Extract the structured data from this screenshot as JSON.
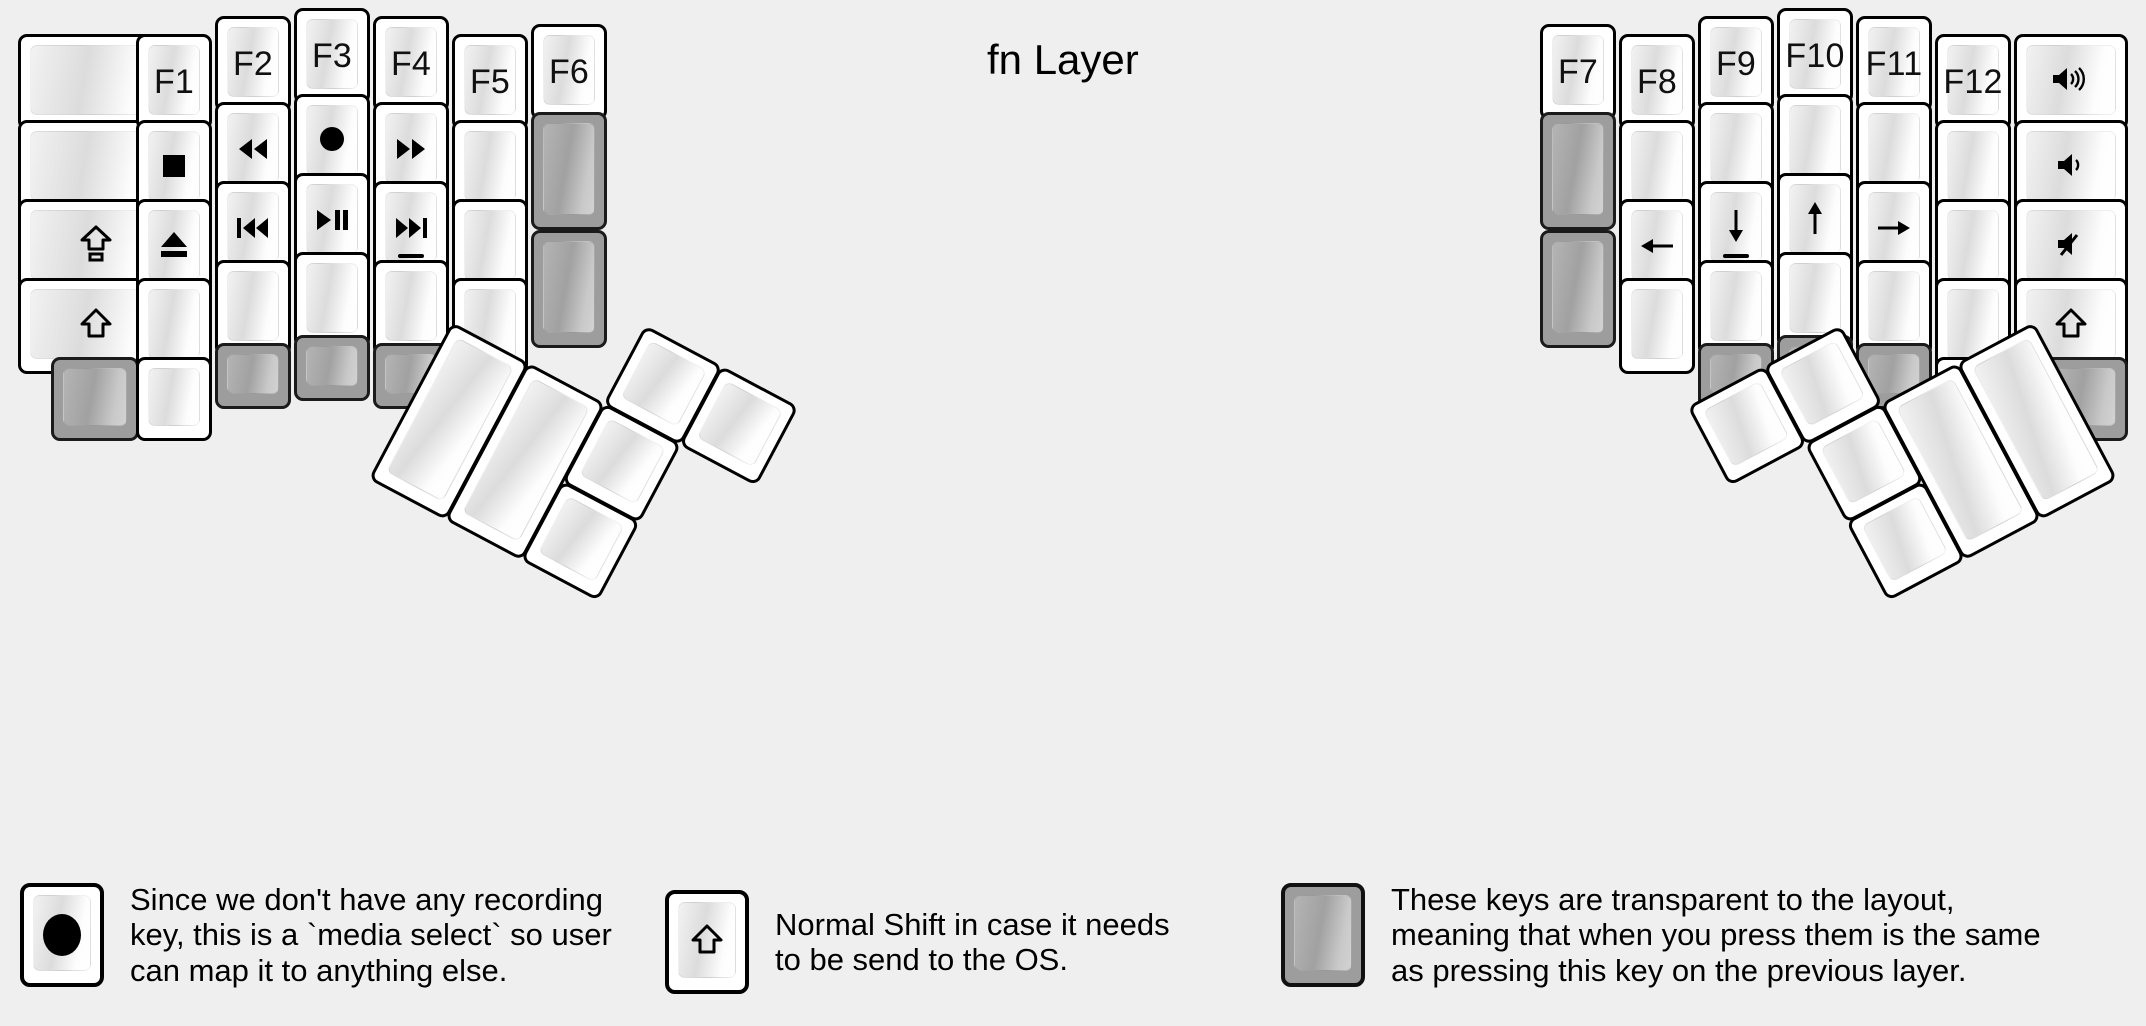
{
  "title": "fn Layer",
  "colors": {
    "canvas": "#efefef",
    "key_fill": "#ffffff",
    "key_outline": "#000000",
    "transparent_key_fill": "#9d9d9d",
    "legend_text": "#000000"
  },
  "glyphs": {
    "stop": "■",
    "eject": "⏏",
    "record": "●",
    "rewind": "◀◀",
    "fast_forward": "▶▶",
    "prev_track": "⏮",
    "play_pause": "▶‖",
    "next_track": "⏭",
    "caps_lock": "⇧",
    "shift": "⇧",
    "arrow_left": "←",
    "arrow_down": "↓",
    "arrow_up": "↑",
    "arrow_right": "→",
    "volume_up": "🔊",
    "volume_down": "🔉",
    "volume_mute": "🔇"
  },
  "left_half": {
    "columns": [
      {
        "name": "col-pinky-outer",
        "keys": [
          {
            "name": "key-l-c0-r0",
            "label": "",
            "type": "normal"
          },
          {
            "name": "key-l-c0-r1",
            "label": "",
            "type": "normal"
          },
          {
            "name": "key-l-c0-r2",
            "label": "caps-lock-icon",
            "type": "normal"
          },
          {
            "name": "key-l-c0-r3",
            "label": "shift-icon",
            "type": "normal"
          },
          {
            "name": "key-l-c0-r4",
            "label": "",
            "type": "transparent"
          }
        ]
      },
      {
        "name": "col-pinky",
        "keys": [
          {
            "name": "key-l-c1-r0",
            "label": "F1",
            "type": "normal"
          },
          {
            "name": "key-l-c1-r1",
            "label": "stop-icon",
            "type": "normal"
          },
          {
            "name": "key-l-c1-r2",
            "label": "eject-icon",
            "type": "normal"
          },
          {
            "name": "key-l-c1-r3",
            "label": "",
            "type": "normal"
          },
          {
            "name": "key-l-c1-r4",
            "label": "",
            "type": "normal"
          }
        ]
      },
      {
        "name": "col-ring",
        "keys": [
          {
            "name": "key-l-c2-r0",
            "label": "F2",
            "type": "normal"
          },
          {
            "name": "key-l-c2-r1",
            "label": "rewind-icon",
            "type": "normal"
          },
          {
            "name": "key-l-c2-r2",
            "label": "prev-track-icon",
            "type": "normal"
          },
          {
            "name": "key-l-c2-r3",
            "label": "",
            "type": "normal"
          },
          {
            "name": "key-l-c2-r4",
            "label": "",
            "type": "transparent"
          }
        ]
      },
      {
        "name": "col-middle",
        "keys": [
          {
            "name": "key-l-c3-r0",
            "label": "F3",
            "type": "normal"
          },
          {
            "name": "key-l-c3-r1",
            "label": "record-icon",
            "type": "normal"
          },
          {
            "name": "key-l-c3-r2",
            "label": "play-pause-icon",
            "type": "normal"
          },
          {
            "name": "key-l-c3-r3",
            "label": "",
            "type": "normal"
          },
          {
            "name": "key-l-c3-r4",
            "label": "",
            "type": "transparent"
          }
        ]
      },
      {
        "name": "col-index",
        "keys": [
          {
            "name": "key-l-c4-r0",
            "label": "F4",
            "type": "normal"
          },
          {
            "name": "key-l-c4-r1",
            "label": "fast-forward-icon",
            "type": "normal"
          },
          {
            "name": "key-l-c4-r2",
            "label": "next-track-icon",
            "type": "normal",
            "homing": true
          },
          {
            "name": "key-l-c4-r3",
            "label": "",
            "type": "normal"
          },
          {
            "name": "key-l-c4-r4",
            "label": "",
            "type": "transparent"
          }
        ]
      },
      {
        "name": "col-index-inner",
        "keys": [
          {
            "name": "key-l-c5-r0",
            "label": "F5",
            "type": "normal"
          },
          {
            "name": "key-l-c5-r1",
            "label": "",
            "type": "normal"
          },
          {
            "name": "key-l-c5-r2",
            "label": "",
            "type": "normal"
          },
          {
            "name": "key-l-c5-r3",
            "label": "",
            "type": "normal"
          }
        ]
      },
      {
        "name": "col-extra",
        "keys": [
          {
            "name": "key-l-c6-r0",
            "label": "F6",
            "type": "normal"
          },
          {
            "name": "key-l-c6-r1",
            "label": "",
            "type": "transparent"
          },
          {
            "name": "key-l-c6-r2",
            "label": "",
            "type": "transparent"
          }
        ]
      }
    ],
    "thumb_cluster": [
      {
        "name": "thumb-l-big-1",
        "label": "",
        "type": "normal"
      },
      {
        "name": "thumb-l-big-2",
        "label": "",
        "type": "normal"
      },
      {
        "name": "thumb-l-small-1",
        "label": "",
        "type": "normal"
      },
      {
        "name": "thumb-l-small-2",
        "label": "",
        "type": "normal"
      },
      {
        "name": "thumb-l-small-3",
        "label": "",
        "type": "normal"
      },
      {
        "name": "thumb-l-small-4",
        "label": "",
        "type": "normal"
      }
    ]
  },
  "right_half": {
    "columns": [
      {
        "name": "col-extra",
        "keys": [
          {
            "name": "key-r-c0-r0",
            "label": "F7",
            "type": "normal"
          },
          {
            "name": "key-r-c0-r1",
            "label": "",
            "type": "transparent"
          },
          {
            "name": "key-r-c0-r2",
            "label": "",
            "type": "transparent"
          }
        ]
      },
      {
        "name": "col-index-inner",
        "keys": [
          {
            "name": "key-r-c1-r0",
            "label": "F8",
            "type": "normal"
          },
          {
            "name": "key-r-c1-r1",
            "label": "",
            "type": "normal"
          },
          {
            "name": "key-r-c1-r2",
            "label": "arrow-left-icon",
            "type": "normal"
          },
          {
            "name": "key-r-c1-r3",
            "label": "",
            "type": "normal"
          }
        ]
      },
      {
        "name": "col-index",
        "keys": [
          {
            "name": "key-r-c2-r0",
            "label": "F9",
            "type": "normal"
          },
          {
            "name": "key-r-c2-r1",
            "label": "",
            "type": "normal"
          },
          {
            "name": "key-r-c2-r2",
            "label": "arrow-down-icon",
            "type": "normal",
            "homing": true
          },
          {
            "name": "key-r-c2-r3",
            "label": "",
            "type": "normal"
          },
          {
            "name": "key-r-c2-r4",
            "label": "",
            "type": "transparent"
          }
        ]
      },
      {
        "name": "col-middle",
        "keys": [
          {
            "name": "key-r-c3-r0",
            "label": "F10",
            "type": "normal"
          },
          {
            "name": "key-r-c3-r1",
            "label": "",
            "type": "normal"
          },
          {
            "name": "key-r-c3-r2",
            "label": "arrow-up-icon",
            "type": "normal"
          },
          {
            "name": "key-r-c3-r3",
            "label": "",
            "type": "normal"
          },
          {
            "name": "key-r-c3-r4",
            "label": "",
            "type": "transparent"
          }
        ]
      },
      {
        "name": "col-ring",
        "keys": [
          {
            "name": "key-r-c4-r0",
            "label": "F11",
            "type": "normal"
          },
          {
            "name": "key-r-c4-r1",
            "label": "",
            "type": "normal"
          },
          {
            "name": "key-r-c4-r2",
            "label": "arrow-right-icon",
            "type": "normal"
          },
          {
            "name": "key-r-c4-r3",
            "label": "",
            "type": "normal"
          },
          {
            "name": "key-r-c4-r4",
            "label": "",
            "type": "transparent"
          }
        ]
      },
      {
        "name": "col-pinky",
        "keys": [
          {
            "name": "key-r-c5-r0",
            "label": "F12",
            "type": "normal"
          },
          {
            "name": "key-r-c5-r1",
            "label": "",
            "type": "normal"
          },
          {
            "name": "key-r-c5-r2",
            "label": "",
            "type": "normal"
          },
          {
            "name": "key-r-c5-r3",
            "label": "",
            "type": "normal"
          },
          {
            "name": "key-r-c5-r4",
            "label": "",
            "type": "normal"
          }
        ]
      },
      {
        "name": "col-pinky-outer",
        "keys": [
          {
            "name": "key-r-c6-r0",
            "label": "volume-up-icon",
            "type": "normal"
          },
          {
            "name": "key-r-c6-r1",
            "label": "volume-down-icon",
            "type": "normal"
          },
          {
            "name": "key-r-c6-r2",
            "label": "volume-mute-icon",
            "type": "normal"
          },
          {
            "name": "key-r-c6-r3",
            "label": "shift-icon",
            "type": "normal"
          },
          {
            "name": "key-r-c6-r4",
            "label": "",
            "type": "transparent"
          }
        ]
      }
    ],
    "thumb_cluster": [
      {
        "name": "thumb-r-big-1",
        "label": "",
        "type": "normal"
      },
      {
        "name": "thumb-r-big-2",
        "label": "",
        "type": "normal"
      },
      {
        "name": "thumb-r-small-1",
        "label": "",
        "type": "normal"
      },
      {
        "name": "thumb-r-small-2",
        "label": "",
        "type": "normal"
      },
      {
        "name": "thumb-r-small-3",
        "label": "",
        "type": "normal"
      },
      {
        "name": "thumb-r-small-4",
        "label": "",
        "type": "normal"
      }
    ]
  },
  "footer": {
    "items": [
      {
        "name": "legend-media-select",
        "key_glyph": "record-icon",
        "key_type": "normal",
        "text": "Since we don't have any recording\nkey, this is a `media select` so user\ncan map it to anything else."
      },
      {
        "name": "legend-normal-shift",
        "key_glyph": "shift-icon",
        "key_type": "normal",
        "text": "Normal Shift in case it needs\nto be send to the OS."
      },
      {
        "name": "legend-transparent-keys",
        "key_glyph": "",
        "key_type": "transparent",
        "text": "These keys are transparent to the layout,\nmeaning that when you press them is the same\nas pressing this key on the previous layer."
      }
    ]
  }
}
